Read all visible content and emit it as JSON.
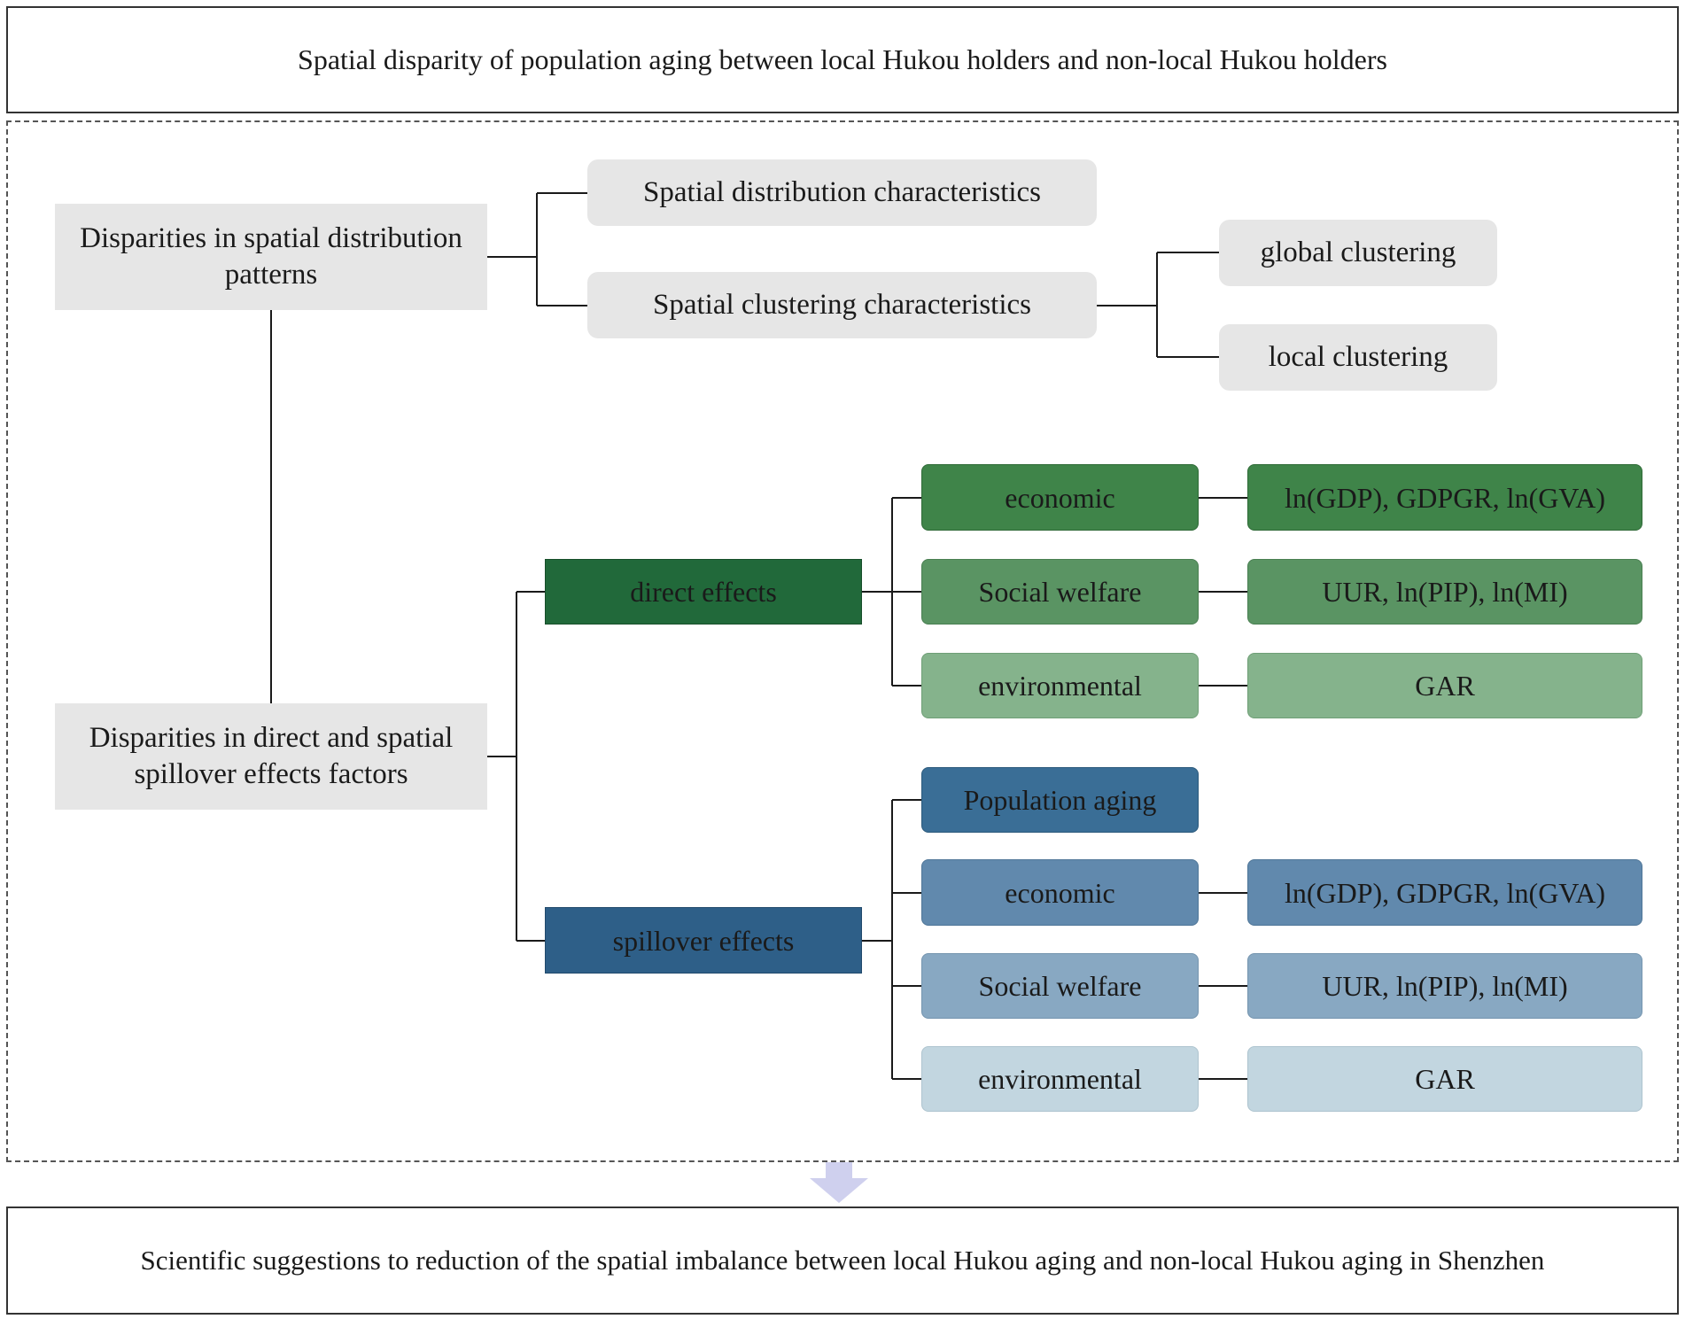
{
  "header": {
    "title": "Spatial disparity of population aging between local Hukou holders and non-local Hukou holders"
  },
  "footer": {
    "text": "Scientific suggestions to reduction of the spatial imbalance between local Hukou aging and non-local Hukou aging in Shenzhen"
  },
  "distribution": {
    "label": "Disparities in spatial distribution patterns",
    "distribution_characteristics": "Spatial distribution characteristics",
    "clustering_characteristics": "Spatial clustering characteristics",
    "global_clustering": "global clustering",
    "local_clustering": "local clustering"
  },
  "effects": {
    "label": "Disparities in direct and spatial spillover effects factors",
    "direct": {
      "label": "direct effects",
      "economic": "economic",
      "economic_vars": "ln(GDP), GDPGR, ln(GVA)",
      "social": "Social welfare",
      "social_vars": "UUR, ln(PIP), ln(MI)",
      "environmental": "environmental",
      "environmental_vars": "GAR"
    },
    "spillover": {
      "label": "spillover effects",
      "population_aging": "Population aging",
      "economic": "economic",
      "economic_vars": "ln(GDP), GDPGR, ln(GVA)",
      "social": "Social welfare",
      "social_vars": "UUR, ln(PIP), ln(MI)",
      "environmental": "environmental",
      "environmental_vars": "GAR"
    }
  },
  "colors": {
    "gray_box": "#e6e6e6",
    "direct_dark": "#21693a",
    "direct_economic": "#3f8449",
    "direct_social": "#5a9463",
    "direct_environmental": "#85b38c",
    "spillover_dark": "#2e5f88",
    "spillover_population": "#3a6e96",
    "spillover_economic": "#6189ad",
    "spillover_social": "#88a8c2",
    "spillover_environmental": "#c2d6e0",
    "arrow": "#cfd0ee"
  }
}
